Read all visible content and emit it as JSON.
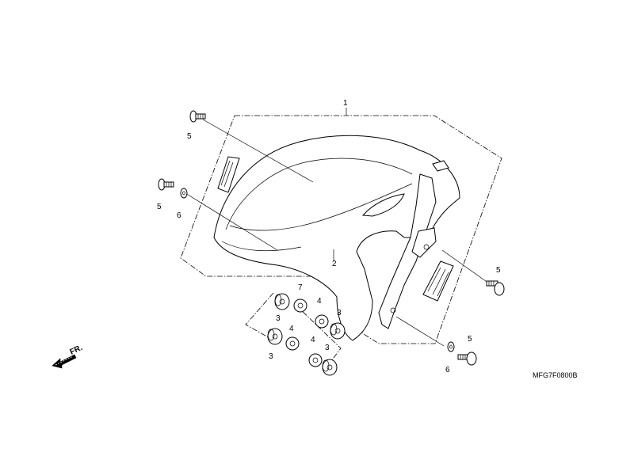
{
  "diagram": {
    "code": "MFG7F0800B",
    "direction_label": "FR.",
    "callouts": {
      "fender": "1",
      "fender_label": "2",
      "screw_top": "5",
      "screw_left": "5",
      "washer_left": "6",
      "grommet_a": "3",
      "grommet_b": "3",
      "grommet_c": "3",
      "grommet_d": "3",
      "collar_a": "7",
      "collar_b": "4",
      "collar_c": "4",
      "collar_d": "4",
      "screw_right_upper": "5",
      "screw_right_lower": "5",
      "washer_right": "6"
    }
  }
}
